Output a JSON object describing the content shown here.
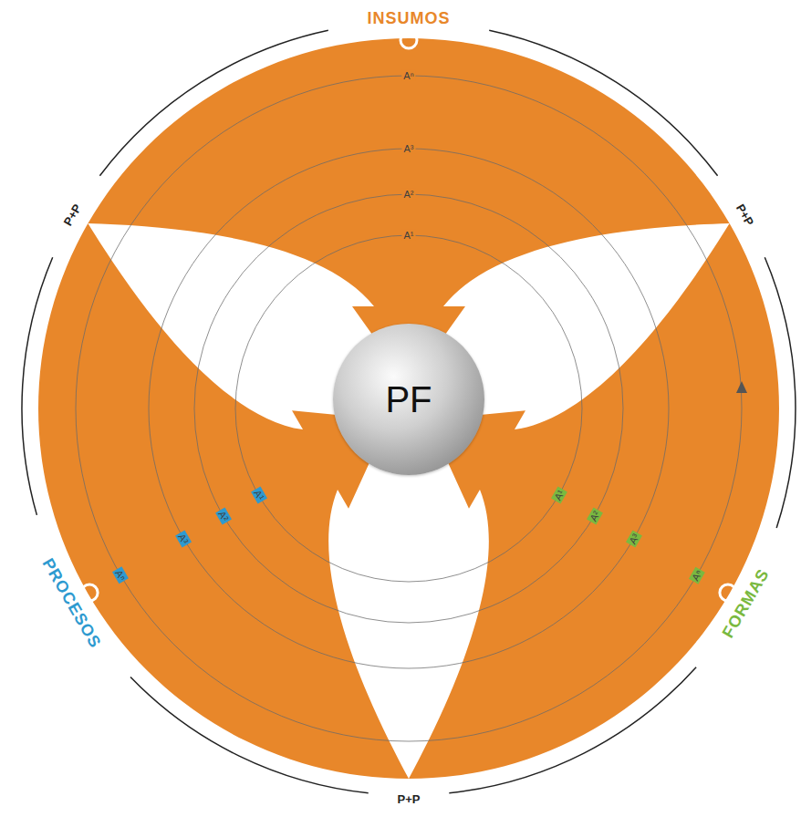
{
  "diagram": {
    "nodes": [
      {
        "text": [
          "PF"
        ]
      }
    ],
    "labels": [
      "INSUMOS",
      "PROCESOS",
      "FORMAS",
      "P+P",
      "P+P",
      "P+P",
      "Aⁿ",
      "A³",
      "A²",
      "A¹",
      "A¹",
      "A²",
      "A³",
      "Aⁿ",
      "A¹",
      "A²",
      "A³",
      "Aⁿ"
    ]
  }
}
